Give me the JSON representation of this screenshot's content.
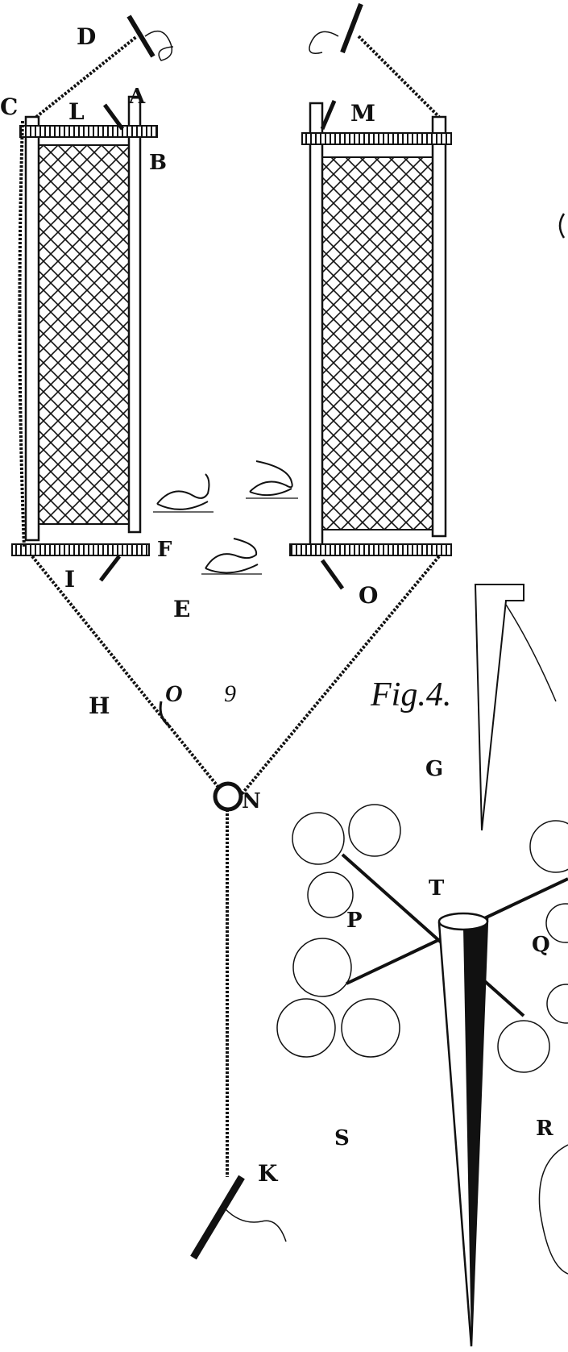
{
  "labels": {
    "a": "A",
    "b": "B",
    "c": "C",
    "d": "D",
    "e": "E",
    "f": "F",
    "h": "H",
    "i": "I",
    "k": "K",
    "l": "L",
    "m": "M",
    "n": "N",
    "o_right": "O",
    "o_middle": "O",
    "nine": "9",
    "fig": "Fig.4.",
    "g": "G",
    "p": "P",
    "q": "Q",
    "r": "R",
    "s": "S",
    "t": "T"
  },
  "colors": {
    "ink": "#111111",
    "paper": "#ffffff"
  }
}
